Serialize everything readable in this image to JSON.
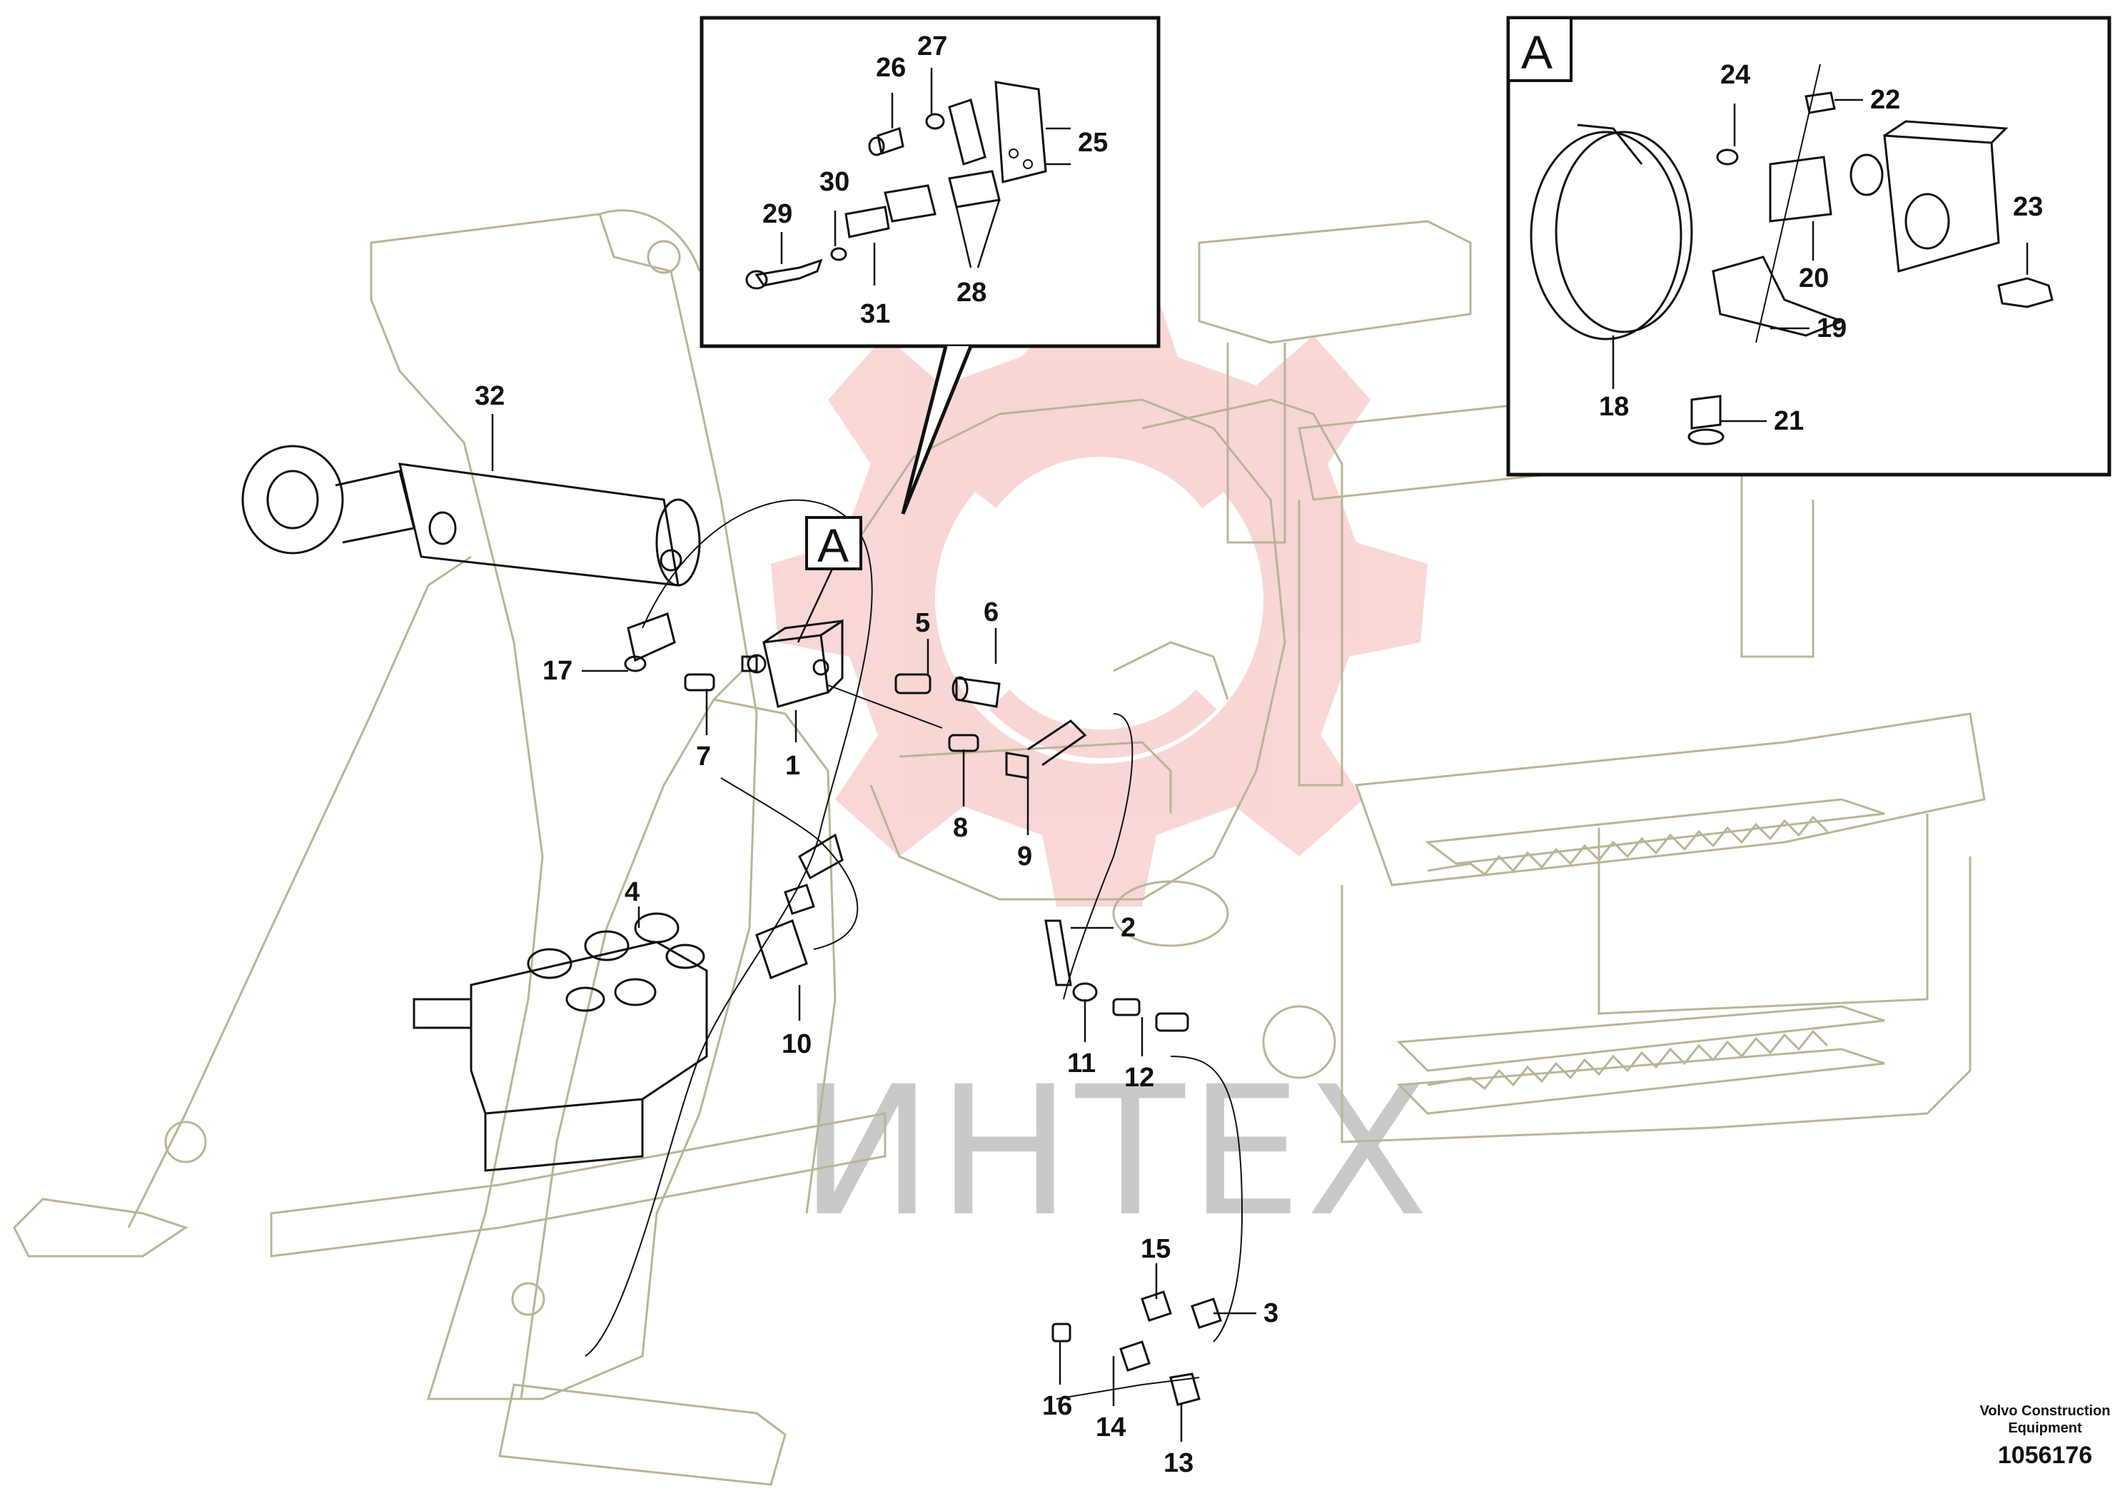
{
  "watermark": {
    "text": "ИНТЕХ",
    "color": "#c9c9c9",
    "logo_color": "#f4b6b6"
  },
  "colors": {
    "machine_outline": "#b9b497",
    "part_outline": "#111111",
    "background": "#ffffff"
  },
  "footer": {
    "brand_line1": "Volvo Construction",
    "brand_line2": "Equipment",
    "drawing_number": "1056176"
  },
  "detail_marker": "A",
  "detail_box_label": "A",
  "callouts": [
    {
      "id": "1",
      "text": "1"
    },
    {
      "id": "2",
      "text": "2"
    },
    {
      "id": "3",
      "text": "3"
    },
    {
      "id": "4",
      "text": "4"
    },
    {
      "id": "5",
      "text": "5"
    },
    {
      "id": "6",
      "text": "6"
    },
    {
      "id": "7",
      "text": "7"
    },
    {
      "id": "8",
      "text": "8"
    },
    {
      "id": "9",
      "text": "9"
    },
    {
      "id": "10",
      "text": "10"
    },
    {
      "id": "11",
      "text": "11"
    },
    {
      "id": "12",
      "text": "12"
    },
    {
      "id": "13",
      "text": "13"
    },
    {
      "id": "14",
      "text": "14"
    },
    {
      "id": "15",
      "text": "15"
    },
    {
      "id": "16",
      "text": "16"
    },
    {
      "id": "17",
      "text": "17"
    },
    {
      "id": "18",
      "text": "18"
    },
    {
      "id": "19",
      "text": "19"
    },
    {
      "id": "20",
      "text": "20"
    },
    {
      "id": "21",
      "text": "21"
    },
    {
      "id": "22",
      "text": "22"
    },
    {
      "id": "23",
      "text": "23"
    },
    {
      "id": "24",
      "text": "24"
    },
    {
      "id": "25",
      "text": "25"
    },
    {
      "id": "26",
      "text": "26"
    },
    {
      "id": "27",
      "text": "27"
    },
    {
      "id": "28",
      "text": "28"
    },
    {
      "id": "29",
      "text": "29"
    },
    {
      "id": "30",
      "text": "30"
    },
    {
      "id": "31",
      "text": "31"
    },
    {
      "id": "32",
      "text": "32"
    }
  ]
}
